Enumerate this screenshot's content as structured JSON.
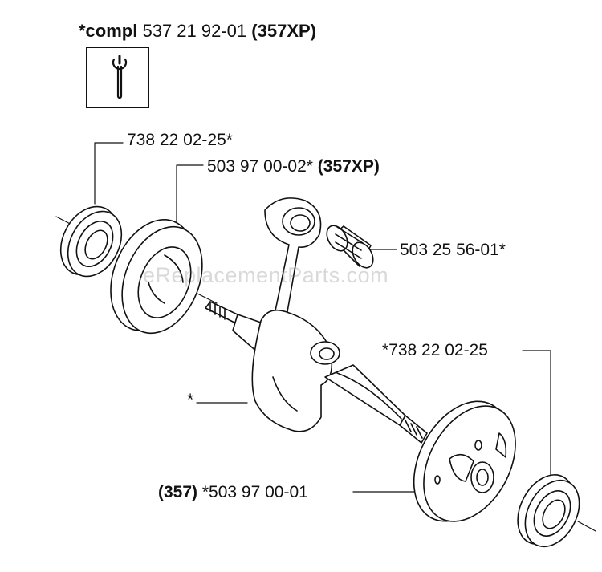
{
  "header": {
    "prefix": "*compl",
    "number": "537 21 92-01",
    "model": "(357XP)",
    "icon": "wrench-tool-icon"
  },
  "callouts": {
    "bearing_left": "738 22 02-25*",
    "crank_half_left_number": "503 97 00-02*",
    "crank_half_left_model": "(357XP)",
    "needle_bearing": "503 25 56-01*",
    "bearing_right": "*738 22 02-25",
    "crankshaft": "*",
    "crank_half_right_model": "(357)",
    "crank_half_right_number": "*503 97 00-01"
  },
  "watermark": "eReplacementParts.com"
}
